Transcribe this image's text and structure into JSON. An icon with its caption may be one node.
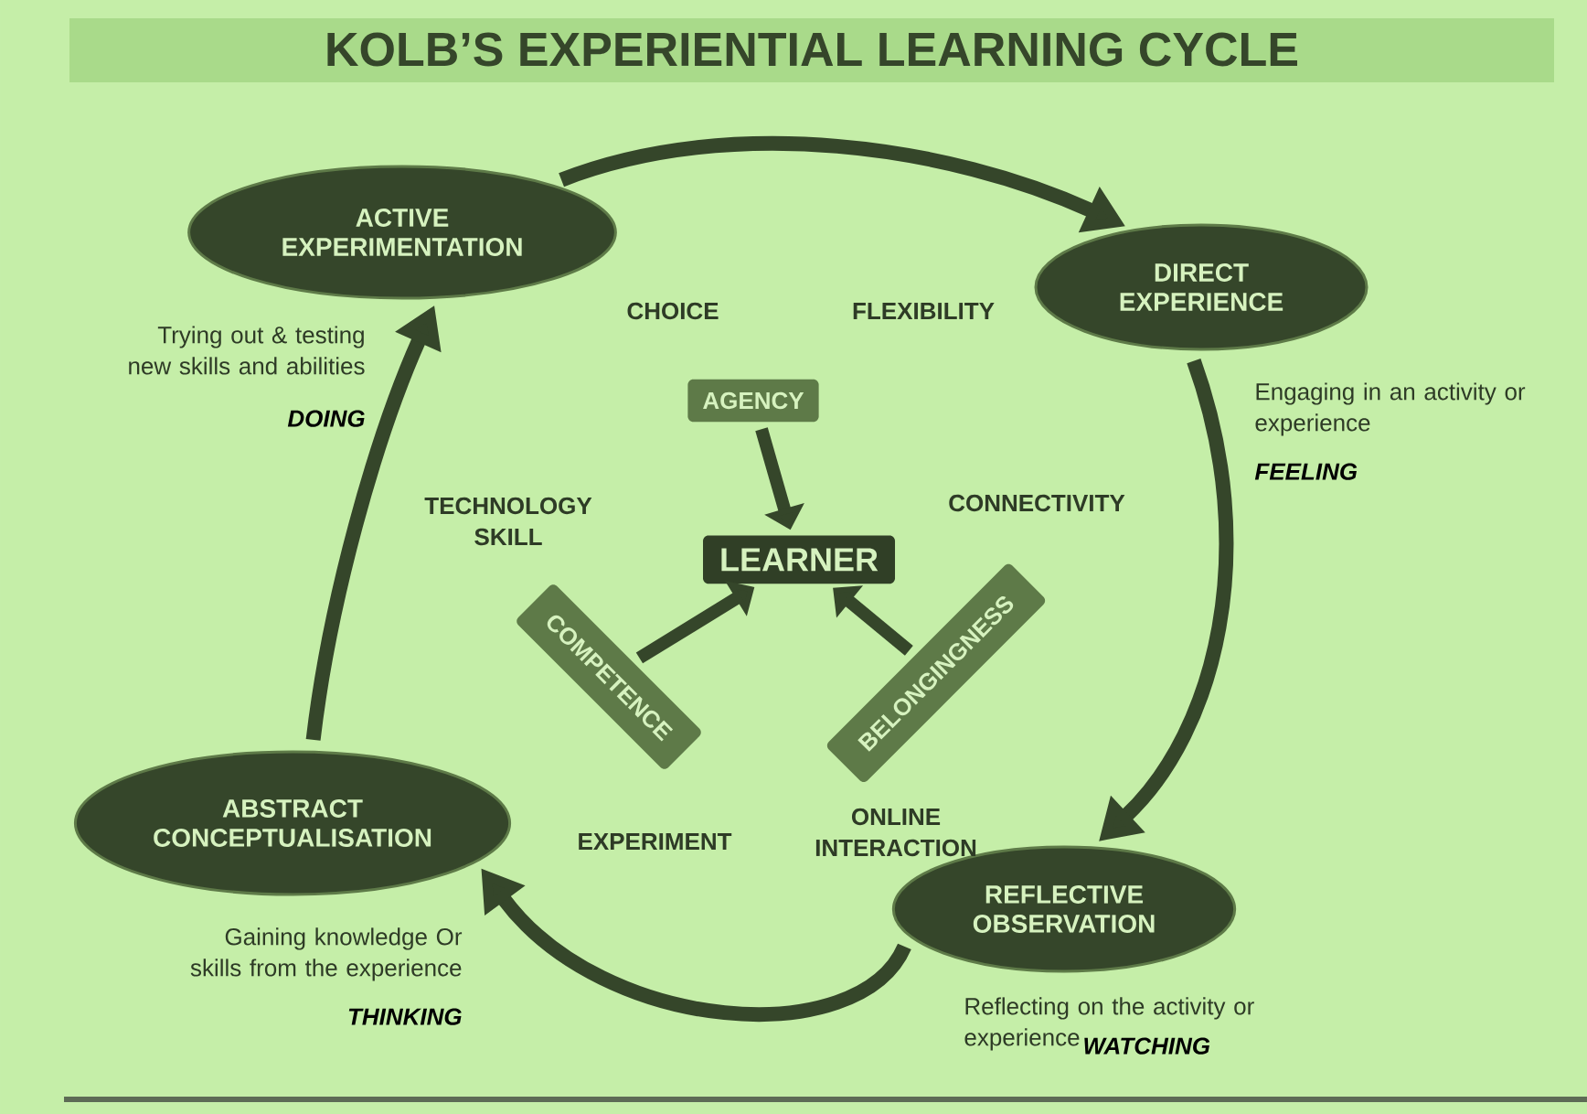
{
  "diagram": {
    "title": "KOLB’S EXPERIENTIAL LEARNING CYCLE",
    "nodes": [
      {
        "text": [
          "ACTIVE EXPERIMENTATION"
        ],
        "beside": [
          "Trying out & testing new skills and abilities",
          "DOING"
        ]
      },
      {
        "text": [
          "DIRECT EXPERIENCE"
        ],
        "beside": [
          "Engaging in an activity or experience",
          "FEELING"
        ]
      },
      {
        "text": [
          "REFLECTIVE OBSERVATION"
        ],
        "beside": [
          "Reflecting on the activity or experience",
          "WATCHING"
        ]
      },
      {
        "text": [
          "ABSTRACT CONCEPTUALISATION"
        ],
        "beside": [
          "Gaining knowledge Or skills from the experience",
          "THINKING"
        ]
      },
      {
        "text": [
          "AGENCY"
        ]
      },
      {
        "text": [
          "LEARNER"
        ]
      },
      {
        "text": [
          "COMPETENCE"
        ]
      },
      {
        "text": [
          "BELONGINGNESS"
        ]
      }
    ],
    "edges": [
      {
        "from": 0,
        "to": 1,
        "arrow": "to"
      },
      {
        "from": 1,
        "to": 2,
        "arrow": "to"
      },
      {
        "from": 2,
        "to": 3,
        "arrow": "to"
      },
      {
        "from": 3,
        "to": 0,
        "arrow": "to"
      },
      {
        "from": 4,
        "to": 5,
        "arrow": "to"
      },
      {
        "from": 6,
        "to": 5,
        "arrow": "to"
      },
      {
        "from": 7,
        "to": 5,
        "arrow": "to"
      }
    ],
    "labels": [
      "CHOICE",
      "FLEXIBILITY",
      "TECHNOLOGY SKILL",
      "CONNECTIVITY",
      "EXPERIMENT",
      "ONLINE INTERACTION"
    ]
  }
}
